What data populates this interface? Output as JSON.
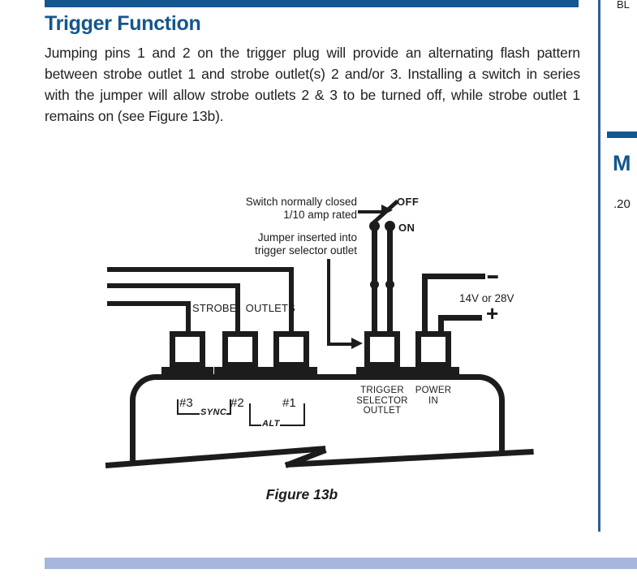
{
  "colors": {
    "accent_blue": "#14568e",
    "footer_bar": "#a6b6dc",
    "line_ink": "#1c1c1c"
  },
  "header": {
    "title": "Trigger Function"
  },
  "paragraph": "Jumping pins 1 and 2 on the trigger plug will provide an alternating flash pattern between strobe outlet 1 and strobe outlet(s) 2 and/or 3. Installing a switch in series with the jumper will allow strobe outlets 2 & 3 to be turned off, while strobe outlet 1 remains on (see Figure 13b).",
  "right_column": {
    "top_fragment": "BL",
    "heading_fragment": "M",
    "value_fragment": ".20"
  },
  "figure": {
    "caption": "Figure 13b",
    "switch_note_line1": "Switch normally closed",
    "switch_note_line2": "1/10 amp rated",
    "off_label": "OFF",
    "on_label": "ON",
    "jumper_note_line1": "Jumper inserted into",
    "jumper_note_line2": "trigger selector outlet",
    "strobe_outlets_word1": "STROBE",
    "strobe_outlets_word2": "OUTLETS",
    "outlet3_label": "#3",
    "outlet2_label": "#2",
    "outlet1_label": "#1",
    "sync_label": "SYNC",
    "alt_label": "ALT",
    "trigger_selector_line1": "TRIGGER",
    "trigger_selector_line2": "SELECTOR",
    "trigger_selector_line3": "OUTLET",
    "power_in_line1": "POWER",
    "power_in_line2": "IN",
    "voltage_label": "14V or 28V",
    "minus_label": "–",
    "plus_label": "+"
  }
}
